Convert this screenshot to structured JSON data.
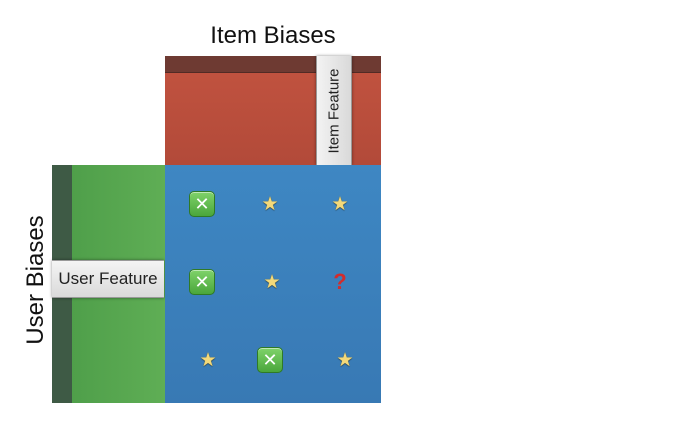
{
  "labels": {
    "item_biases": "Item Biases",
    "user_biases": "User Biases",
    "item_feature": "Item Feature",
    "user_feature": "User Feature"
  },
  "colors": {
    "item_block": "#b84d3b",
    "item_strip": "#6e3a32",
    "user_block": "#56a64f",
    "user_strip": "#3e5a45",
    "matrix": "#3b80bc",
    "question_mark": "#d22c2c"
  },
  "matrix": {
    "rows": [
      [
        "cross",
        "star",
        "star"
      ],
      [
        "cross",
        "star",
        "question"
      ],
      [
        "star",
        "cross",
        "star"
      ]
    ],
    "symbols": {
      "star": "★",
      "cross": "✕",
      "question": "?"
    }
  }
}
